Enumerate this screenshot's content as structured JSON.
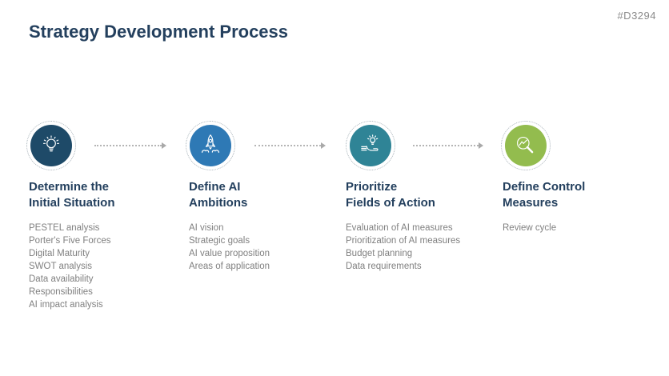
{
  "page": {
    "doc_id": "#D3294",
    "title": "Strategy Development Process"
  },
  "colors": {
    "heading_text": "#24405E",
    "body_text": "#808080",
    "arrow_gray": "#B5B5B5",
    "ring_gray": "#A9B3BA",
    "step_navy": "#1E4A68",
    "step_blue": "#2E79B5",
    "step_teal": "#2F8496",
    "step_green": "#93BC4E"
  },
  "steps": [
    {
      "icon": "lightbulb-icon",
      "circle_color": "#1E4A68",
      "title_line1": "Determine the",
      "title_line2": "Initial Situation",
      "items": [
        "PESTEL analysis",
        "Porter's Five Forces",
        "Digital Maturity",
        "SWOT analysis",
        "Data availability",
        "Responsibilities",
        "AI impact analysis"
      ]
    },
    {
      "icon": "rocket-icon",
      "circle_color": "#2E79B5",
      "title_line1": "Define AI",
      "title_line2": "Ambitions",
      "items": [
        "AI vision",
        "Strategic goals",
        "AI value proposition",
        "Areas of application"
      ]
    },
    {
      "icon": "hand-holding-bulb-icon",
      "circle_color": "#2F8496",
      "title_line1": "Prioritize",
      "title_line2": "Fields of Action",
      "items": [
        "Evaluation of AI measures",
        "Prioritization of AI measures",
        "Budget planning",
        "Data requirements"
      ]
    },
    {
      "icon": "magnifier-chart-icon",
      "circle_color": "#93BC4E",
      "title_line1": "Define Control",
      "title_line2": "Measures",
      "items": [
        "Review cycle"
      ]
    }
  ]
}
